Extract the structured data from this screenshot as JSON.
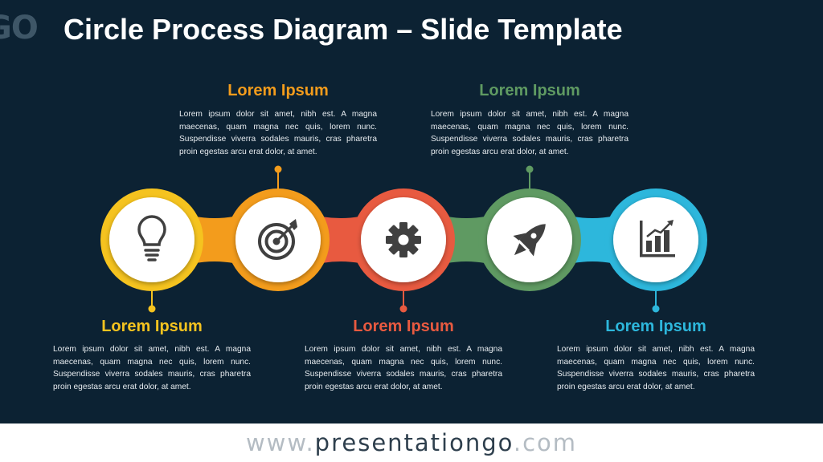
{
  "slide": {
    "logo_fragment": "GO",
    "title": "Circle Process Diagram – Slide Template"
  },
  "colors": {
    "background": "#0c2233",
    "step1": "#f5c31f",
    "step2": "#f39c1c",
    "step3": "#e85a40",
    "step4": "#5f9a62",
    "step5": "#2db7dc",
    "icon": "#404040"
  },
  "steps": [
    {
      "heading": "Lorem Ipsum",
      "color": "#f5c31f",
      "icon": "lightbulb-icon",
      "body": "Lorem ipsum dolor sit amet, nibh est. A magna maecenas, quam magna nec quis, lorem nunc. Suspendisse viverra sodales mauris, cras pharetra proin egestas arcu erat dolor, at amet."
    },
    {
      "heading": "Lorem Ipsum",
      "color": "#f39c1c",
      "icon": "target-icon",
      "body": "Lorem ipsum dolor sit amet, nibh est. A magna maecenas, quam magna nec quis, lorem nunc. Suspendisse viverra sodales mauris, cras pharetra proin egestas arcu erat dolor, at amet."
    },
    {
      "heading": "Lorem Ipsum",
      "color": "#e85a40",
      "icon": "gear-icon",
      "body": "Lorem ipsum dolor sit amet, nibh est. A magna maecenas, quam magna nec quis, lorem nunc. Suspendisse viverra sodales mauris, cras pharetra proin egestas arcu erat dolor, at amet."
    },
    {
      "heading": "Lorem Ipsum",
      "color": "#5f9a62",
      "icon": "rocket-icon",
      "body": "Lorem ipsum dolor sit amet, nibh est. A magna maecenas, quam magna nec quis, lorem nunc. Suspendisse viverra sodales mauris, cras pharetra proin egestas arcu erat dolor, at amet."
    },
    {
      "heading": "Lorem Ipsum",
      "color": "#2db7dc",
      "icon": "bar-chart-icon",
      "body": "Lorem ipsum dolor sit amet, nibh est. A magna maecenas, quam magna nec quis, lorem nunc. Suspendisse viverra sodales mauris, cras pharetra proin egestas arcu erat dolor, at amet."
    }
  ],
  "footer": {
    "prefix": "www.",
    "brand": "presentationgo",
    "suffix": ".com"
  }
}
